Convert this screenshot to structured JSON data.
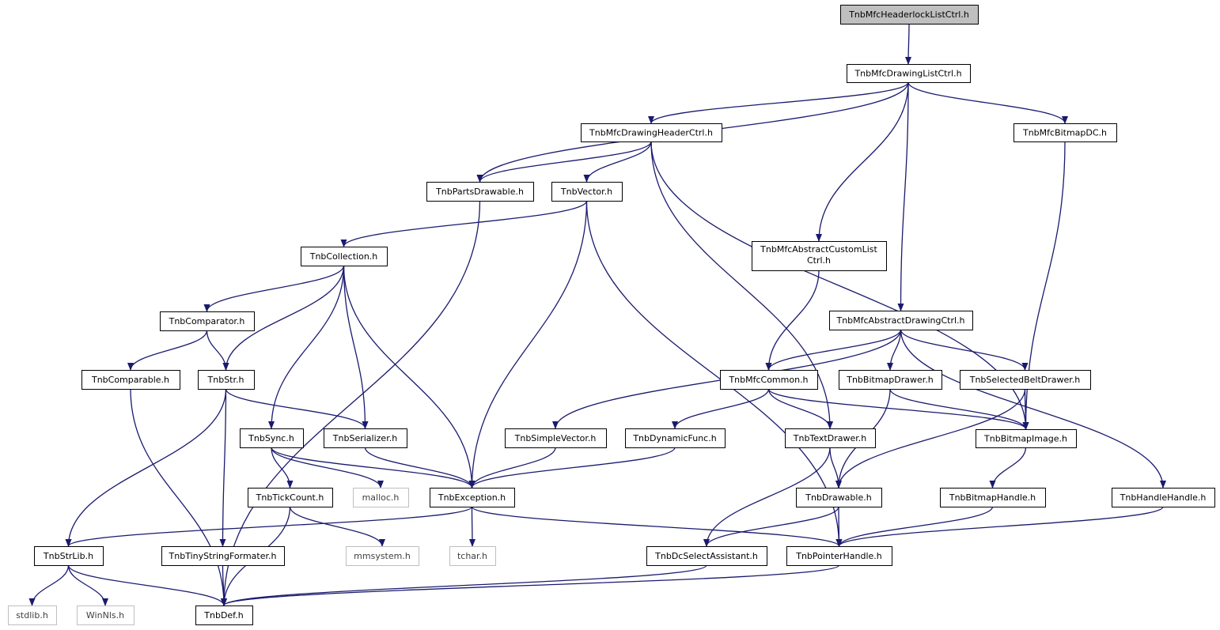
{
  "colors": {
    "edge": "#1a1a6e",
    "node_border": "#000000",
    "node_fill": "#ffffff",
    "root_fill": "#bfbfbf",
    "system_border": "#bfbfbf",
    "system_text": "#404040"
  },
  "nodes": {
    "root": "TnbMfcHeaderlockListCtrl.h",
    "drawinglistctrl": "TnbMfcDrawingListCtrl.h",
    "drawingheaderctrl": "TnbMfcDrawingHeaderCtrl.h",
    "bitmapdc": "TnbMfcBitmapDC.h",
    "partsdrawable": "TnbPartsDrawable.h",
    "vector": "TnbVector.h",
    "abstractcustomlist_1": "TnbMfcAbstractCustomList",
    "abstractcustomlist_2": "Ctrl.h",
    "collection": "TnbCollection.h",
    "abstractdrawingctrl": "TnbMfcAbstractDrawingCtrl.h",
    "comparator": "TnbComparator.h",
    "comparable": "TnbComparable.h",
    "str": "TnbStr.h",
    "mfccommon": "TnbMfcCommon.h",
    "bitmapdrawer": "TnbBitmapDrawer.h",
    "selectedbeltdrawer": "TnbSelectedBeltDrawer.h",
    "sync": "TnbSync.h",
    "serializer": "TnbSerializer.h",
    "simplevector": "TnbSimpleVector.h",
    "dynamicfunc": "TnbDynamicFunc.h",
    "textdrawer": "TnbTextDrawer.h",
    "bitmapimage": "TnbBitmapImage.h",
    "tickcount": "TnbTickCount.h",
    "malloc": "malloc.h",
    "exception": "TnbException.h",
    "drawable": "TnbDrawable.h",
    "bitmaphandle": "TnbBitmapHandle.h",
    "handlehandle": "TnbHandleHandle.h",
    "strlib": "TnbStrLib.h",
    "tinystringformater": "TnbTinyStringFormater.h",
    "mmsystem": "mmsystem.h",
    "tchar": "tchar.h",
    "dcselectassistant": "TnbDcSelectAssistant.h",
    "pointerhandle": "TnbPointerHandle.h",
    "stdlib": "stdlib.h",
    "winnls": "WinNls.h",
    "def": "TnbDef.h"
  },
  "edges": [
    [
      "root",
      "drawinglistctrl"
    ],
    [
      "drawinglistctrl",
      "drawingheaderctrl"
    ],
    [
      "drawinglistctrl",
      "bitmapdc"
    ],
    [
      "drawinglistctrl",
      "partsdrawable"
    ],
    [
      "drawinglistctrl",
      "abstractcustomlist"
    ],
    [
      "drawinglistctrl",
      "abstractdrawingctrl"
    ],
    [
      "drawingheaderctrl",
      "partsdrawable"
    ],
    [
      "drawingheaderctrl",
      "vector"
    ],
    [
      "drawingheaderctrl",
      "textdrawer"
    ],
    [
      "drawingheaderctrl",
      "bitmapimage"
    ],
    [
      "bitmapdc",
      "bitmapimage"
    ],
    [
      "partsdrawable",
      "def"
    ],
    [
      "vector",
      "collection"
    ],
    [
      "vector",
      "exception"
    ],
    [
      "vector",
      "pointerhandle"
    ],
    [
      "abstractcustomlist",
      "mfccommon"
    ],
    [
      "collection",
      "comparator"
    ],
    [
      "collection",
      "str"
    ],
    [
      "collection",
      "sync"
    ],
    [
      "collection",
      "serializer"
    ],
    [
      "collection",
      "exception"
    ],
    [
      "abstractdrawingctrl",
      "mfccommon"
    ],
    [
      "abstractdrawingctrl",
      "bitmapdrawer"
    ],
    [
      "abstractdrawingctrl",
      "selectedbeltdrawer"
    ],
    [
      "abstractdrawingctrl",
      "simplevector"
    ],
    [
      "abstractdrawingctrl",
      "handlehandle"
    ],
    [
      "comparator",
      "comparable"
    ],
    [
      "comparator",
      "str"
    ],
    [
      "comparable",
      "def"
    ],
    [
      "str",
      "serializer"
    ],
    [
      "str",
      "strlib"
    ],
    [
      "str",
      "tinystringformater"
    ],
    [
      "mfccommon",
      "dynamicfunc"
    ],
    [
      "mfccommon",
      "textdrawer"
    ],
    [
      "mfccommon",
      "bitmapimage"
    ],
    [
      "bitmapdrawer",
      "bitmapimage"
    ],
    [
      "bitmapdrawer",
      "drawable"
    ],
    [
      "selectedbeltdrawer",
      "bitmapimage"
    ],
    [
      "selectedbeltdrawer",
      "drawable"
    ],
    [
      "sync",
      "tickcount"
    ],
    [
      "sync",
      "malloc"
    ],
    [
      "sync",
      "exception"
    ],
    [
      "serializer",
      "exception"
    ],
    [
      "simplevector",
      "exception"
    ],
    [
      "dynamicfunc",
      "exception"
    ],
    [
      "textdrawer",
      "drawable"
    ],
    [
      "textdrawer",
      "dcselectassistant"
    ],
    [
      "bitmapimage",
      "bitmaphandle"
    ],
    [
      "tickcount",
      "mmsystem"
    ],
    [
      "tickcount",
      "def"
    ],
    [
      "exception",
      "tchar"
    ],
    [
      "exception",
      "strlib"
    ],
    [
      "exception",
      "pointerhandle"
    ],
    [
      "drawable",
      "dcselectassistant"
    ],
    [
      "drawable",
      "pointerhandle"
    ],
    [
      "bitmaphandle",
      "pointerhandle"
    ],
    [
      "handlehandle",
      "pointerhandle"
    ],
    [
      "strlib",
      "stdlib"
    ],
    [
      "strlib",
      "winnls"
    ],
    [
      "strlib",
      "def"
    ],
    [
      "tinystringformater",
      "def"
    ],
    [
      "dcselectassistant",
      "def"
    ],
    [
      "pointerhandle",
      "def"
    ]
  ]
}
